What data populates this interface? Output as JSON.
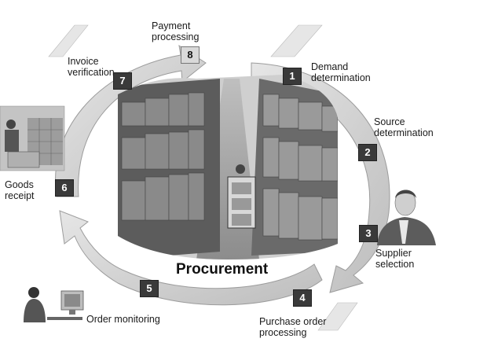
{
  "diagram": {
    "center_label": "Procurement",
    "steps": [
      {
        "number": "1",
        "label": [
          "Demand",
          "determination"
        ]
      },
      {
        "number": "2",
        "label": [
          "Source",
          "determination"
        ]
      },
      {
        "number": "3",
        "label": [
          "Supplier",
          "selection"
        ]
      },
      {
        "number": "4",
        "label": [
          "Purchase order",
          "processing"
        ]
      },
      {
        "number": "5",
        "label": [
          "Order monitoring"
        ]
      },
      {
        "number": "6",
        "label": [
          "Goods",
          "receipt"
        ]
      },
      {
        "number": "7",
        "label": [
          "Invoice",
          "verification"
        ]
      },
      {
        "number": "8",
        "label": [
          "Payment",
          "processing"
        ]
      }
    ],
    "images": [
      {
        "name": "warehouse-aisle-photo"
      },
      {
        "name": "goods-receipt-photo"
      },
      {
        "name": "supplier-portrait-photo"
      },
      {
        "name": "computer-operator-photo"
      },
      {
        "name": "document-sheet-icon"
      }
    ],
    "colors": {
      "ring": "#d4d4d4",
      "ring_edge": "#a8a8a8",
      "badge": "#3a3a3a"
    }
  }
}
